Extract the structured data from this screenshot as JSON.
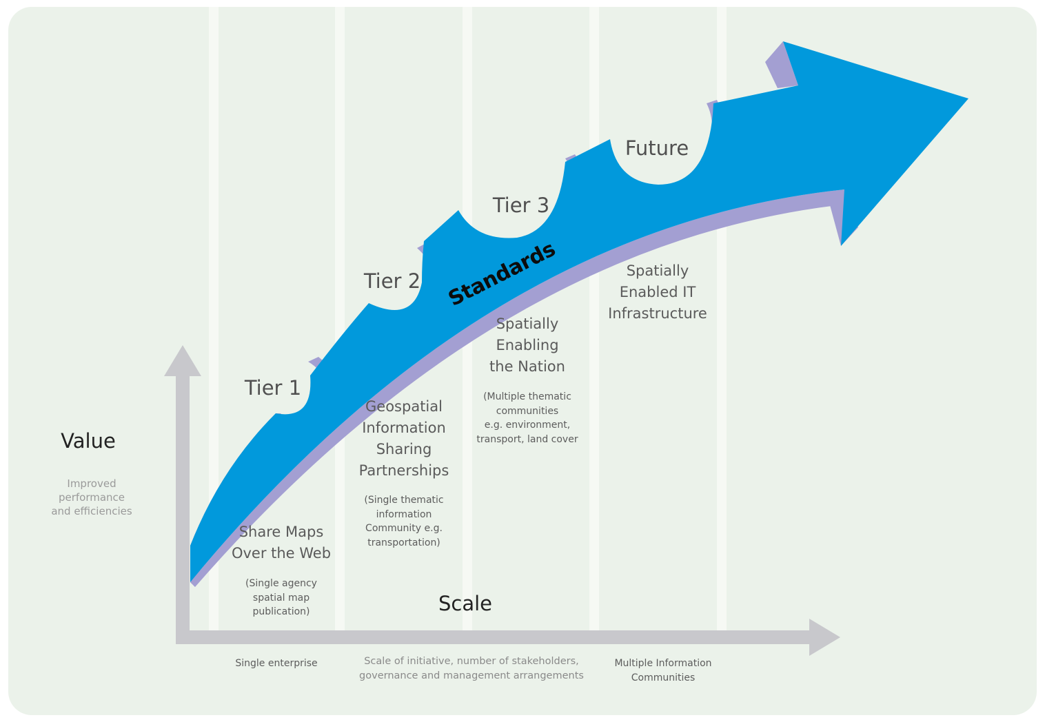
{
  "diagram": {
    "arrow_label": "Standards",
    "tiers": [
      {
        "label": "Tier 1"
      },
      {
        "label": "Tier 2"
      },
      {
        "label": "Tier 3"
      },
      {
        "label": "Future"
      }
    ],
    "stages": [
      {
        "title": [
          "Share Maps",
          "Over the Web"
        ],
        "detail": [
          "(Single agency",
          "spatial map",
          "publication)"
        ]
      },
      {
        "title": [
          "Geospatial",
          "Information",
          "Sharing",
          "Partnerships"
        ],
        "detail": [
          "(Single thematic",
          "information",
          "Community e.g.",
          "transportation)"
        ]
      },
      {
        "title": [
          "Spatially",
          "Enabling",
          "the Nation"
        ],
        "detail": [
          "(Multiple  thematic",
          "communities",
          "e.g. environment,",
          "transport, land cover"
        ]
      },
      {
        "title": [
          "Spatially",
          "Enabled IT",
          "Infrastructure"
        ]
      }
    ],
    "y_axis": {
      "title": "Value",
      "description": [
        "Improved",
        "performance",
        "and efficiencies"
      ]
    },
    "x_axis": {
      "title": "Scale",
      "left_label": "Single enterprise",
      "middle_label": [
        "Scale of initiative, number of stakeholders,",
        "governance and management arrangements"
      ],
      "right_label": [
        "Multiple Information",
        "Communities"
      ]
    },
    "colors": {
      "background": "#ebf2ea",
      "stripe": "#f6f9f4",
      "arrow_blue": "#0199dc",
      "arrow_side": "#a39fd2",
      "axis": "#c8c8cc"
    }
  }
}
